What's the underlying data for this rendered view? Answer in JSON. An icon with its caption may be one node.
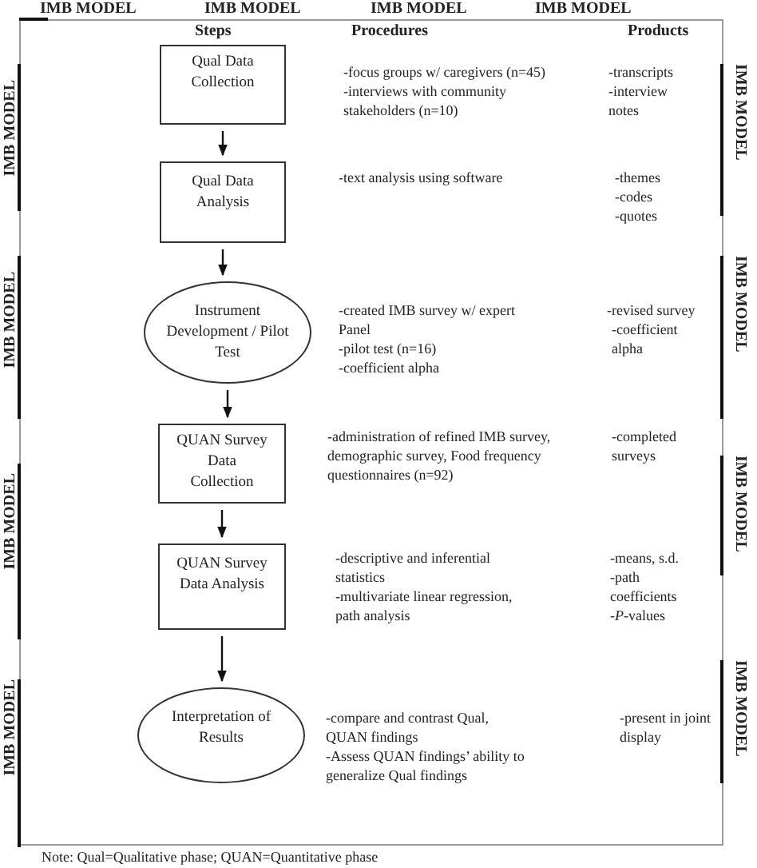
{
  "diagram": {
    "caption": "Note: Qual=Qualitative phase; QUAN=Quantitative phase",
    "nodes": [
      {
        "text": [
          "Qual Data Collection"
        ]
      },
      {
        "text": [
          "Qual Data Analysis"
        ]
      },
      {
        "text": [
          "Instrument Development / Pilot Test"
        ]
      },
      {
        "text": [
          "QUAN Survey Data Collection"
        ]
      },
      {
        "text": [
          "QUAN Survey Data Analysis"
        ]
      },
      {
        "text": [
          "Interpretation of Results"
        ]
      }
    ],
    "edges": [
      {
        "from": 0,
        "to": 1,
        "arrow": "to"
      },
      {
        "from": 1,
        "to": 2,
        "arrow": "to"
      },
      {
        "from": 2,
        "to": 3,
        "arrow": "to"
      },
      {
        "from": 3,
        "to": 4,
        "arrow": "to"
      },
      {
        "from": 4,
        "to": 5,
        "arrow": "to"
      }
    ],
    "labels": [
      "IMB MODEL",
      "IMB MODEL",
      "IMB MODEL",
      "IMB MODEL",
      "Steps",
      "Procedures",
      "Products",
      "-focus groups w/ caregivers (n=45)",
      "-interviews with community stakeholders (n=10)",
      "-transcripts",
      "-interview notes",
      "-text analysis using software",
      "-themes",
      "-codes",
      "-quotes",
      "-created IMB survey w/ expert Panel",
      "-pilot test (n=16)",
      "-coefficient alpha",
      "-revised survey",
      "-coefficient alpha",
      "-administration of refined IMB survey, demographic survey, Food frequency questionnaires (n=92)",
      "-completed surveys",
      "-descriptive and inferential statistics",
      "-multivariate linear regression, path analysis",
      "-means, s.d.",
      "-path coefficients",
      "-*P*-values",
      "-compare and contrast Qual, QUAN findings",
      "-Assess QUAN findings’ ability to generalize Qual findings",
      "-present in joint display",
      "IMB MODEL",
      "IMB MODEL",
      "IMB MODEL",
      "IMB MODEL",
      "IMB MODEL",
      "IMB MODEL",
      "IMB MODEL",
      "IMB MODEL"
    ]
  }
}
